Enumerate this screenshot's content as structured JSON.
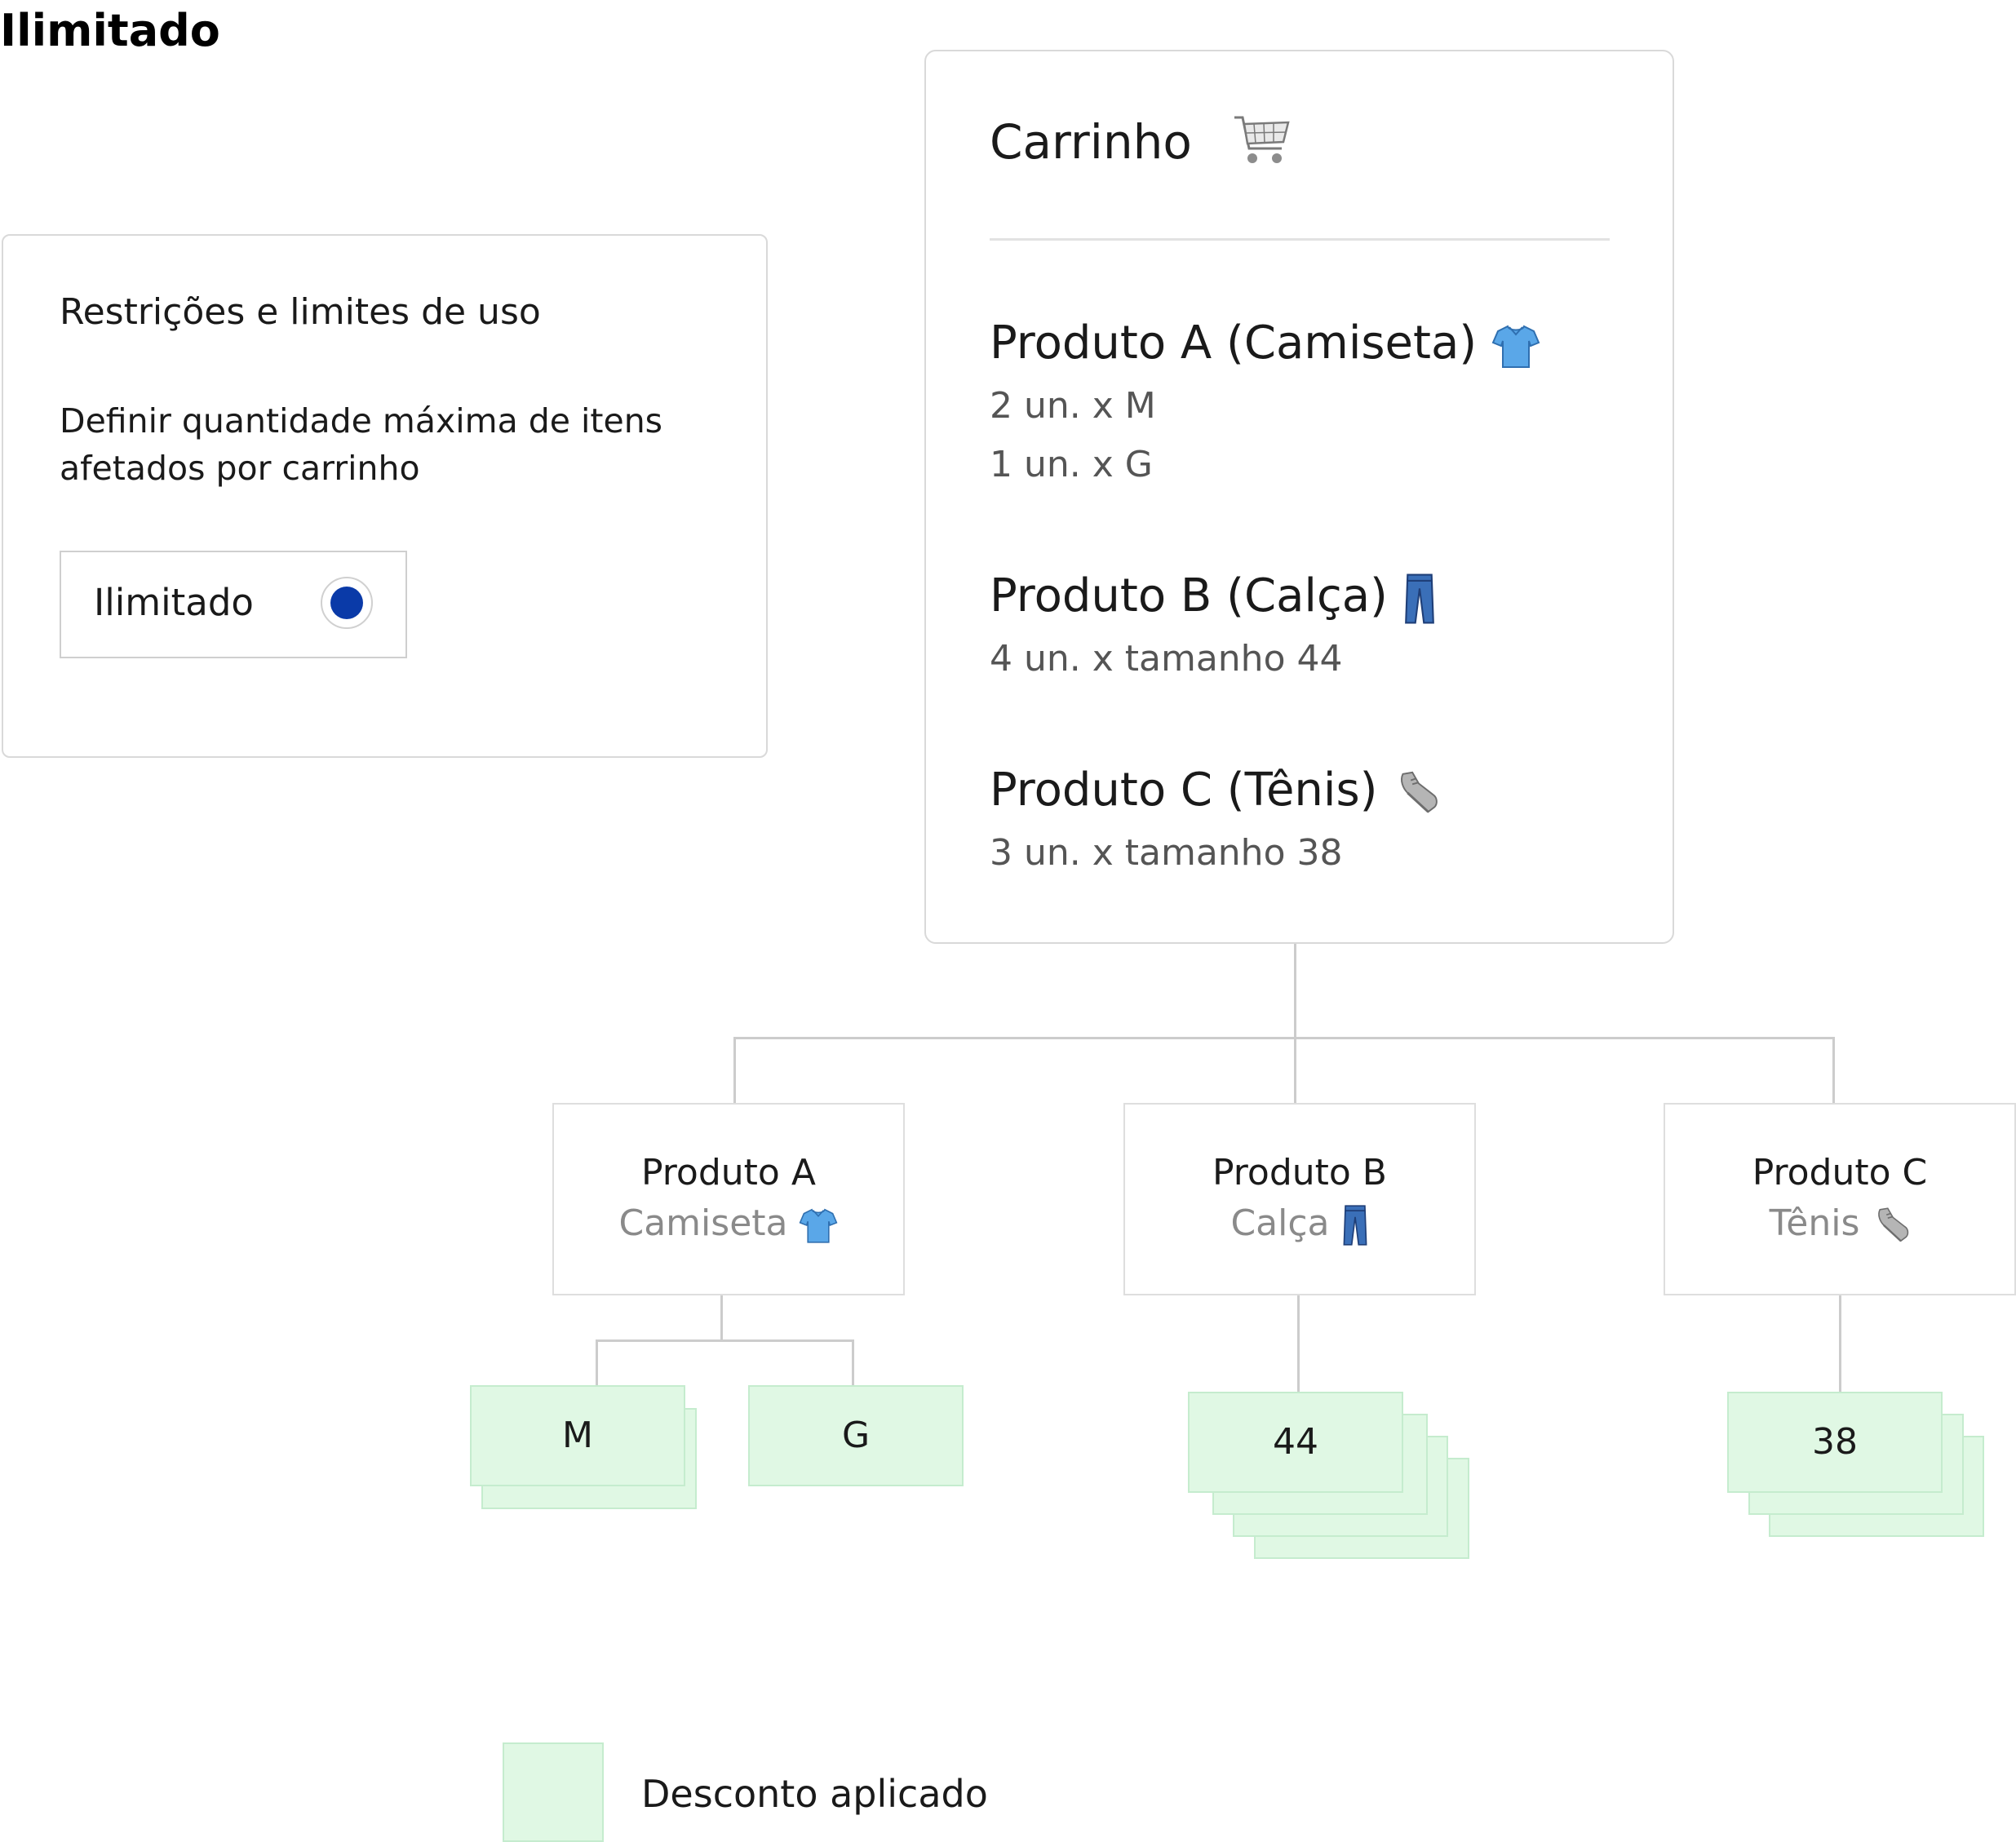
{
  "page_title": "Ilimitado",
  "restrictions": {
    "title": "Restrições e limites de uso",
    "description": "Definir quantidade máxima de itens afetados por carrinho",
    "option_label": "Ilimitado",
    "option_selected": true,
    "radio_color": "#0a3aa8"
  },
  "cart": {
    "title": "Carrinho",
    "icon": "shopping-cart-icon",
    "products": [
      {
        "title": "Produto A (Camiseta)",
        "icon": "tshirt-icon",
        "lines": [
          "2 un. x M",
          "1 un. x G"
        ]
      },
      {
        "title": "Produto B (Calça)",
        "icon": "jeans-icon",
        "lines": [
          "4 un. x tamanho 44"
        ]
      },
      {
        "title": "Produto C (Tênis)",
        "icon": "sneaker-icon",
        "lines": [
          "3 un. x  tamanho 38"
        ]
      }
    ]
  },
  "tree": {
    "nodes": [
      {
        "name": "Produto A",
        "category": "Camiseta",
        "icon": "tshirt-icon",
        "chips": [
          "M",
          "G"
        ]
      },
      {
        "name": "Produto B",
        "category": "Calça",
        "icon": "jeans-icon",
        "chips": [
          "44"
        ]
      },
      {
        "name": "Produto C",
        "category": "Tênis",
        "icon": "sneaker-icon",
        "chips": [
          "38"
        ]
      }
    ]
  },
  "legend": {
    "label": "Desconto aplicado",
    "color": "#e0f8e4"
  }
}
